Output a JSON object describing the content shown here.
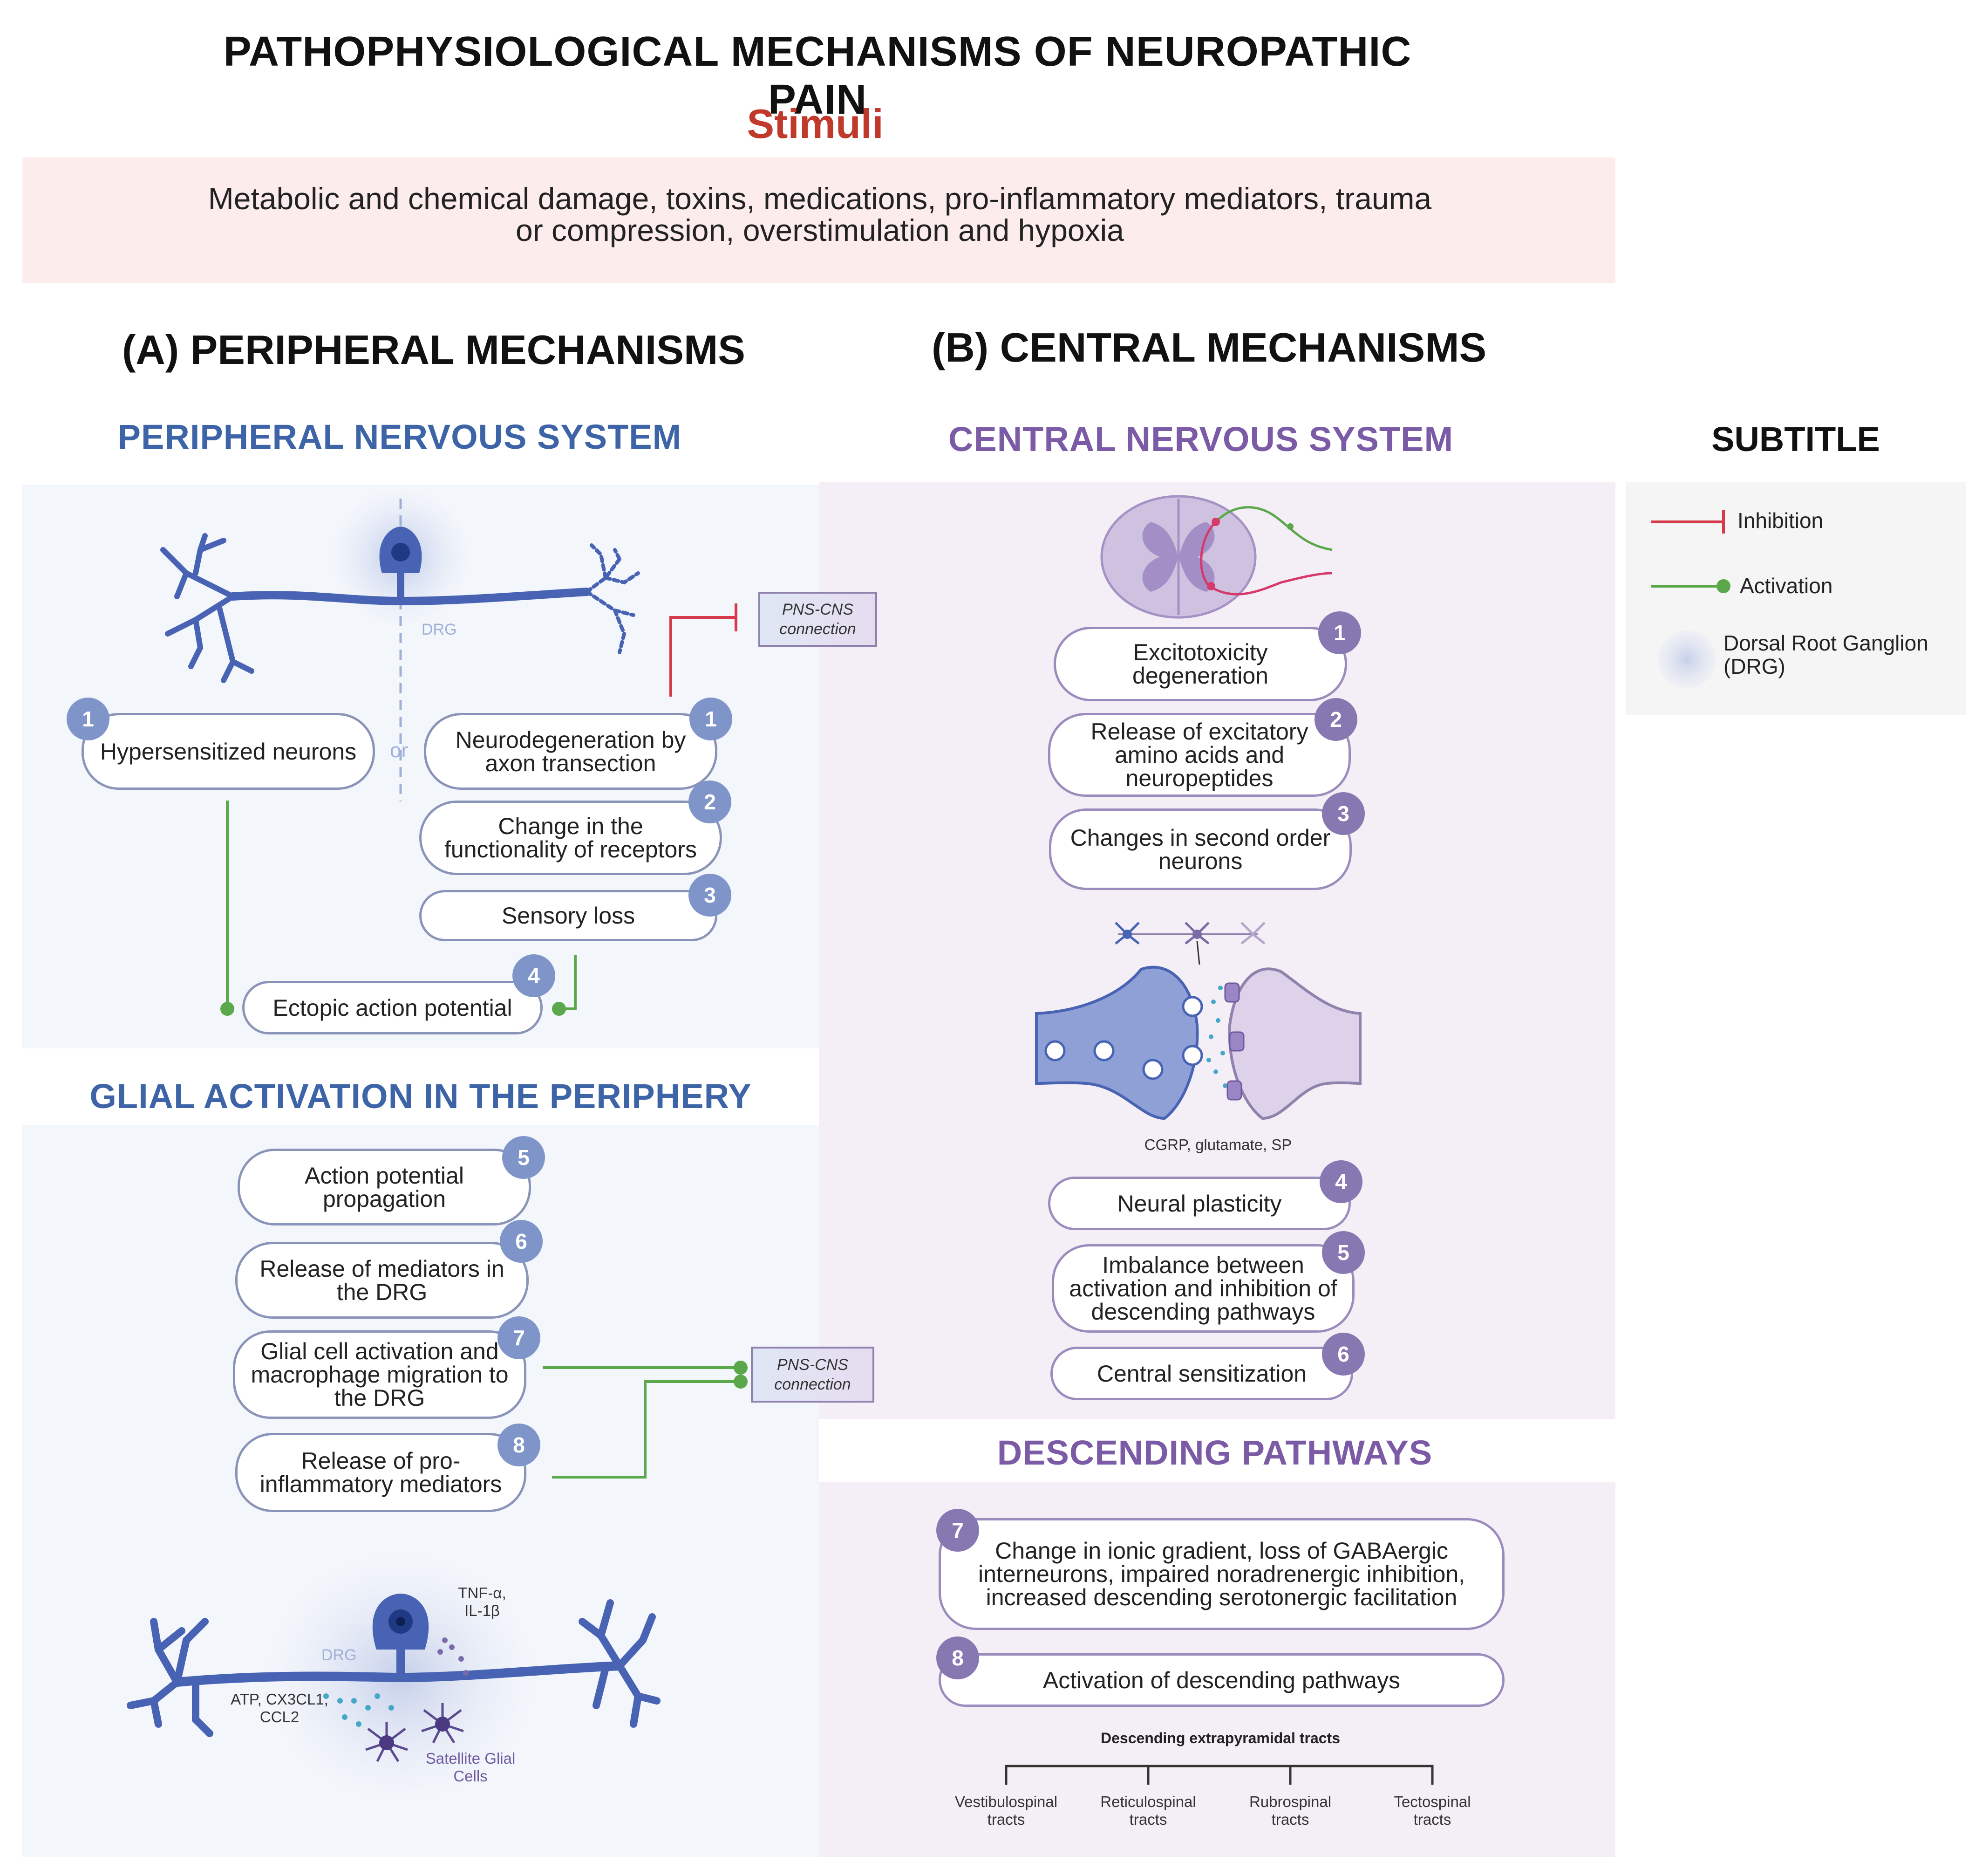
{
  "title": "PATHOPHYSIOLOGICAL MECHANISMS OF NEUROPATHIC PAIN",
  "stimuli": {
    "heading": "Stimuli",
    "line1": "Metabolic and chemical damage, toxins, medications, pro-inflammatory mediators, trauma",
    "line2": "or compression, overstimulation and hypoxia"
  },
  "colors": {
    "blue": "#3e64a8",
    "purple": "#7b5aa6",
    "stimuli": "#c0392b",
    "inhibition": "#d63a4a",
    "activation": "#5aa84a"
  },
  "peripheral": {
    "heading": "(A) PERIPHERAL MECHANISMS",
    "pns_heading": "PERIPHERAL NERVOUS SYSTEM",
    "drg_label": "DRG",
    "or_label": "or",
    "connection_label_1": "PNS-CNS",
    "connection_label_2": "connection",
    "steps": [
      {
        "n": "1",
        "text": "Hypersensitized neurons"
      },
      {
        "n": "1",
        "text": "Neurodegeneration by axon transection"
      },
      {
        "n": "2",
        "text": "Change in the functionality of receptors"
      },
      {
        "n": "3",
        "text": "Sensory loss"
      },
      {
        "n": "4",
        "text": "Ectopic action potential"
      }
    ],
    "glial_heading": "GLIAL ACTIVATION IN THE PERIPHERY",
    "glial_steps": [
      {
        "n": "5",
        "text": "Action potential propagation"
      },
      {
        "n": "6",
        "text": "Release of mediators in the DRG"
      },
      {
        "n": "7",
        "text": "Glial cell activation and macrophage migration to the DRG"
      },
      {
        "n": "8",
        "text": "Release of pro-inflammatory mediators"
      }
    ],
    "glial_labels": {
      "drg": "DRG",
      "tnf": "TNF-α,",
      "il": "IL-1β",
      "atp": "ATP, CX3CL1,",
      "ccl": "CCL2",
      "satellite1": "Satellite Glial",
      "satellite2": "Cells"
    }
  },
  "central": {
    "heading": "(B) CENTRAL MECHANISMS",
    "cns_heading": "CENTRAL NERVOUS SYSTEM",
    "steps": [
      {
        "n": "1",
        "text": "Excitotoxicity degeneration"
      },
      {
        "n": "2",
        "text": "Release of excitatory amino acids and neuropeptides"
      },
      {
        "n": "3",
        "text": "Changes in second order neurons"
      },
      {
        "n": "4",
        "text": "Neural plasticity"
      },
      {
        "n": "5",
        "text": "Imbalance between activation and inhibition of descending pathways"
      },
      {
        "n": "6",
        "text": "Central sensitization"
      }
    ],
    "synapse_label": "CGRP, glutamate, SP",
    "descending_heading": "DESCENDING PATHWAYS",
    "descending_steps": [
      {
        "n": "7",
        "text": "Change in ionic gradient, loss of GABAergic interneurons, impaired noradrenergic inhibition, increased descending serotonergic facilitation"
      },
      {
        "n": "8",
        "text": "Activation of descending pathways"
      }
    ],
    "tracts_heading": "Descending extrapyramidal tracts",
    "tracts": [
      {
        "l1": "Vestibulospinal",
        "l2": "tracts"
      },
      {
        "l1": "Reticulospinal",
        "l2": "tracts"
      },
      {
        "l1": "Rubrospinal",
        "l2": "tracts"
      },
      {
        "l1": "Tectospinal",
        "l2": "tracts"
      }
    ]
  },
  "legend": {
    "heading": "SUBTITLE",
    "inhibition": "Inhibition",
    "activation": "Activation",
    "drg": "Dorsal Root Ganglion (DRG)"
  }
}
